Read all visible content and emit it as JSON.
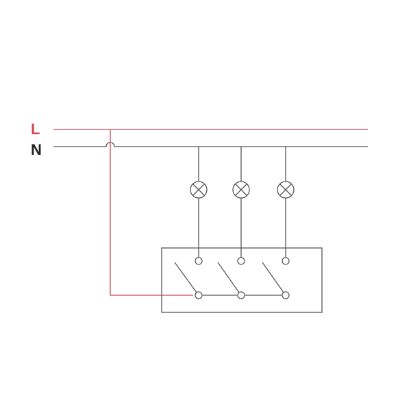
{
  "labels": {
    "live": "L",
    "neutral": "N"
  },
  "colors": {
    "live": "#d64550",
    "neutral": "#222222",
    "wire": "#555555"
  },
  "lamps": [
    {
      "name": "lamp-1"
    },
    {
      "name": "lamp-2"
    },
    {
      "name": "lamp-3"
    }
  ]
}
